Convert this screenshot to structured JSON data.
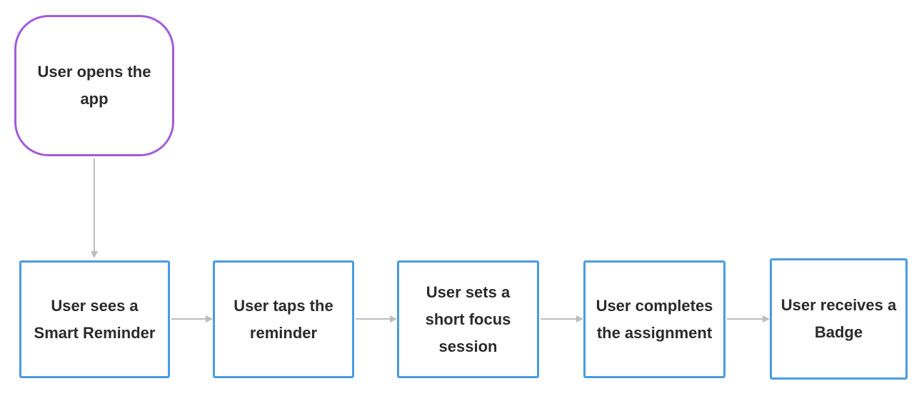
{
  "diagram": {
    "type": "flowchart",
    "colors": {
      "start_border": "#a15bd8",
      "step_border": "#4a9be0",
      "connector": "#bdbdbd",
      "text": "#2b2b2b"
    },
    "start": {
      "label": "User opens the app"
    },
    "steps": [
      {
        "label": "User sees a Smart Reminder"
      },
      {
        "label": "User taps the reminder"
      },
      {
        "label": "User sets a short focus session"
      },
      {
        "label": "User completes the assignment"
      },
      {
        "label": "User receives a Badge"
      }
    ]
  }
}
